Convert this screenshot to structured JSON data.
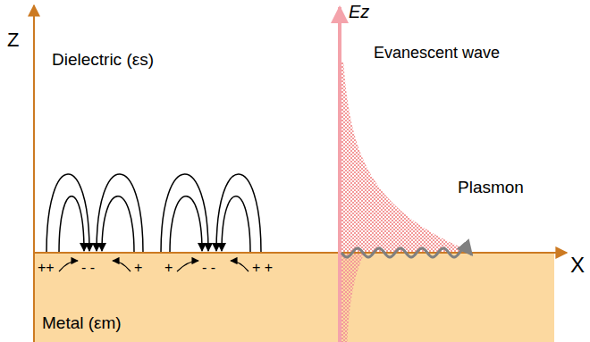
{
  "diagram": {
    "labels": [
      "Z",
      "Dielectric (εs)",
      "Ez",
      "Evanescent wave",
      "Plasmon",
      "X",
      "Metal (εm)",
      "++",
      "- -",
      "+",
      "+",
      "- -",
      "+ +"
    ]
  }
}
